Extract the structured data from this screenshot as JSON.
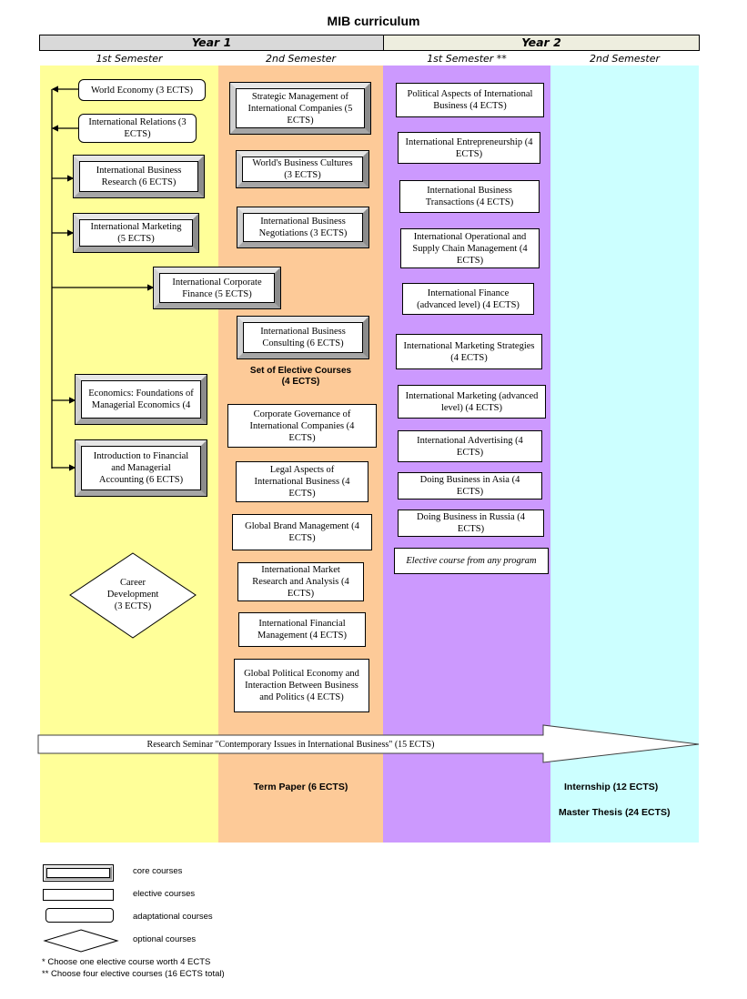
{
  "title": "MIB curriculum",
  "years": [
    "Year 1",
    "Year 2"
  ],
  "semesters": [
    "1st Semester",
    "2nd Semester",
    "1st Semester **",
    "2nd Semester"
  ],
  "colors": {
    "year1_sem1": "#ffff99",
    "year1_sem2": "#fdca98",
    "year2_sem1": "#cc99fe",
    "year2_sem2": "#ccffff",
    "year1_header": "#d9d9d9",
    "year2_header": "#eeeedf"
  },
  "year1_sem1": {
    "adaptational": [
      "World Economy (3 ECTS)",
      "International Relations (3 ECTS)"
    ],
    "core": [
      "International Business Research (6 ECTS)",
      "International Marketing (5 ECTS)",
      "International Corporate Finance (5 ECTS)",
      "Economics: Foundations of Managerial Economics (4",
      "Introduction to Financial and Managerial Accounting (6 ECTS)"
    ],
    "optional": "Career Development (3 ECTS)"
  },
  "year1_sem2": {
    "core": [
      "Strategic Management of International Companies (5 ECTS)",
      "World's Business Cultures (3 ECTS)",
      "International Business Negotiations (3 ECTS)",
      "International Business Consulting (6 ECTS)"
    ],
    "elective_set_label": "Set of Elective Courses",
    "elective_set_ects": "(4 ECTS)",
    "electives": [
      "Corporate Governance of International Companies (4 ECTS)",
      "Legal Aspects of International Business (4 ECTS)",
      "Global Brand Management (4 ECTS)",
      "International Market Research and Analysis (4 ECTS)",
      "International Financial Management (4 ECTS)",
      "Global Political Economy and Interaction Between Business and Politics (4 ECTS)"
    ],
    "term_paper": "Term Paper (6 ECTS)"
  },
  "year2_sem1": {
    "electives": [
      "Political Aspects of International Business (4 ECTS)",
      "International Entrepreneurship (4 ECTS)",
      "International Business Transactions (4 ECTS)",
      "International Operational and Supply Chain Management (4 ECTS)",
      "International Finance (advanced level) (4 ECTS)",
      "International Marketing Strategies (4 ECTS)",
      "International Marketing (advanced level) (4 ECTS)",
      "International Advertising (4 ECTS)",
      "Doing Business in Asia (4 ECTS)",
      "Doing Business in Russia (4 ECTS)"
    ],
    "any_program": "Elective course from any program"
  },
  "year2_sem2": {
    "internship": "Internship (12 ECTS)",
    "thesis": "Master Thesis (24 ECTS)"
  },
  "research_seminar": "Research Seminar \"Contemporary Issues in International Business\" (15 ECTS)",
  "legend": {
    "core": "core courses",
    "elective": "elective courses",
    "adaptational": "adaptational courses",
    "optional": "optional courses"
  },
  "footnotes": [
    "* Choose one elective course worth 4 ECTS",
    "** Choose four elective courses (16 ECTS total)"
  ]
}
